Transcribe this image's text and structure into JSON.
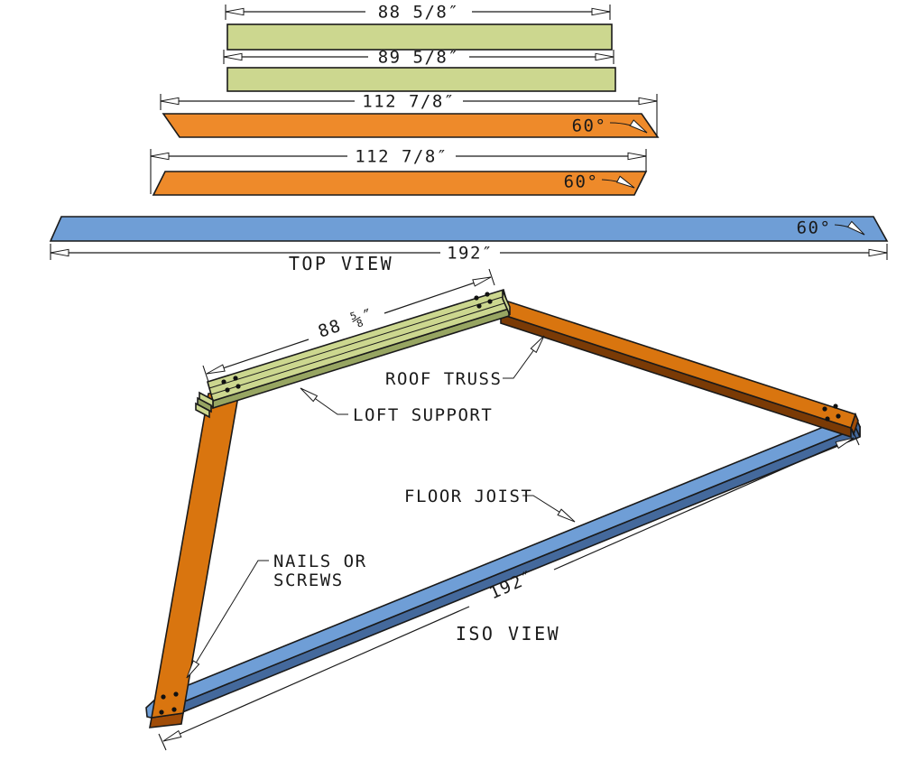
{
  "palette": {
    "board_green": "#ccd78f",
    "board_green_shade": "#97a562",
    "board_orange": "#ee8a2a",
    "board_orange_iso": "#d9750f",
    "board_orange_shade": "#7a3a05",
    "board_blue": "#6f9ed6",
    "board_blue_shade": "#44699c",
    "line": "#1a1a1a"
  },
  "top_view": {
    "title": "TOP VIEW",
    "dims": {
      "loft_board_1": "88 5/8″",
      "loft_board_2": "89 5/8″",
      "truss_1": "112 7/8″",
      "truss_2": "112 7/8″",
      "joist": "192″"
    },
    "angles": {
      "truss_1": "60°",
      "truss_2": "60°",
      "joist": "60°"
    }
  },
  "iso_view": {
    "title": "ISO VIEW",
    "dims": {
      "loft_support": "88 ⅝″",
      "floor_joist": "192″"
    },
    "labels": {
      "roof_truss": "ROOF TRUSS",
      "loft_support": "LOFT SUPPORT",
      "floor_joist": "FLOOR JOIST",
      "nails_line1": "NAILS OR",
      "nails_line2": "SCREWS"
    }
  }
}
